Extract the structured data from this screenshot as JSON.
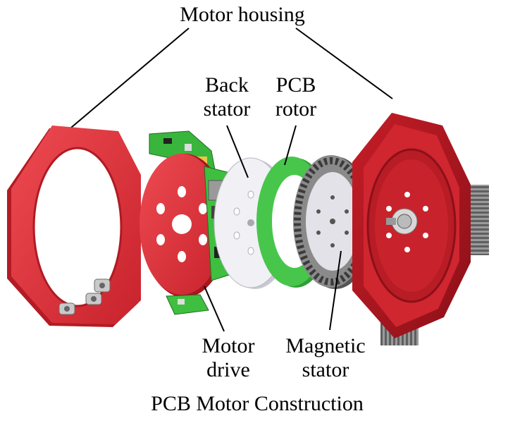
{
  "diagram": {
    "title": "Motor housing",
    "caption": "PCB Motor Construction",
    "labels": {
      "back_stator": [
        "Back",
        "stator"
      ],
      "pcb_rotor": [
        "PCB",
        "rotor"
      ],
      "motor_drive": [
        "Motor",
        "drive"
      ],
      "magnetic_stator": [
        "Magnetic",
        "stator"
      ]
    },
    "components": [
      "Motor housing (front plate)",
      "Motor drive",
      "Back stator",
      "PCB rotor",
      "Magnetic stator",
      "Motor housing (rear)"
    ],
    "colors": {
      "housing_red": "#e0303a",
      "housing_dark_red": "#a8161f",
      "pcb_green": "#3fbf3f",
      "stator_white": "#ececf2",
      "magnet_gray": "#777777",
      "fin_gray": "#8d8d8d"
    }
  }
}
